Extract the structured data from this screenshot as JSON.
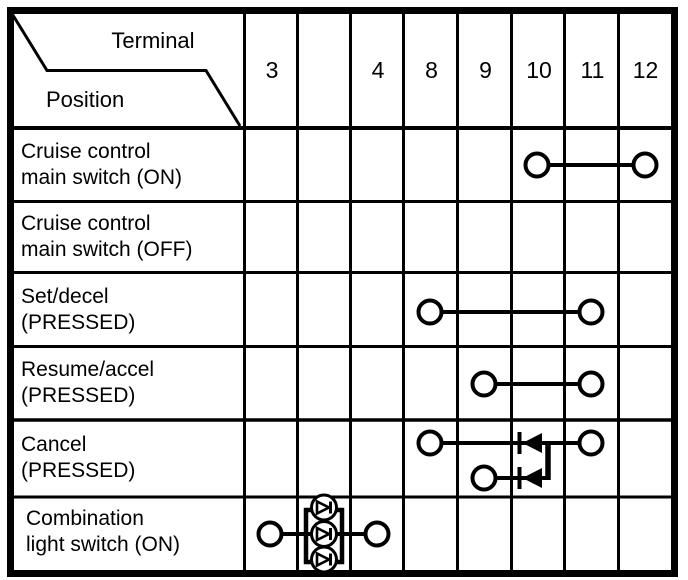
{
  "page": {
    "background": "#ffffff",
    "ink": "#000000",
    "description": "Switch continuity inspection table"
  },
  "table": {
    "corner": {
      "top_right_label": "Terminal",
      "bottom_left_label": "Position"
    },
    "terminals": [
      "3",
      "",
      "4",
      "8",
      "9",
      "10",
      "11",
      "12"
    ],
    "rows": [
      {
        "line1": "Cruise control",
        "line2": "main switch (ON)",
        "continuity": "terminal 10 connected to terminal 12"
      },
      {
        "line1": "Cruise control",
        "line2": "main switch (OFF)",
        "continuity": "no continuity"
      },
      {
        "line1": "Set/decel",
        "line2": "(PRESSED)",
        "continuity": "terminal 8 connected to terminal 11"
      },
      {
        "line1": "Resume/accel",
        "line2": "(PRESSED)",
        "continuity": "terminal 9 connected to terminal 11"
      },
      {
        "line1": "Cancel",
        "line2": "(PRESSED)",
        "continuity": "terminal 11 to terminals 8 and 9 through left-pointing diodes"
      },
      {
        "line1": "Combination",
        "line2": "light switch (ON)",
        "continuity": "terminal 3 to terminal 4 through a box of three circled diodes"
      }
    ]
  }
}
